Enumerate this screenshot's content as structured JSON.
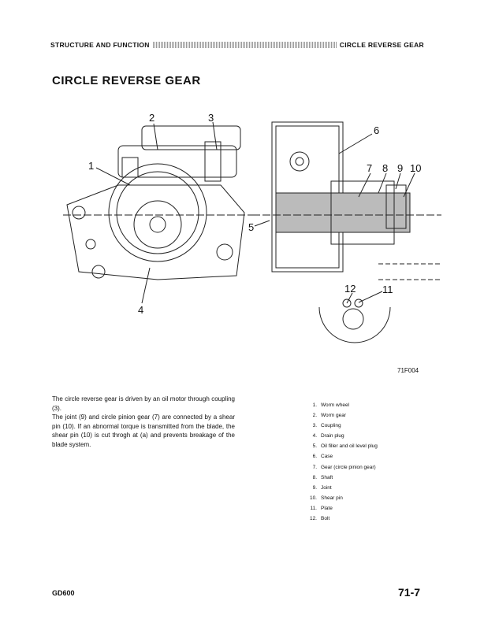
{
  "header": {
    "left": "STRUCTURE AND FUNCTION",
    "right": "CIRCLE REVERSE GEAR"
  },
  "title": "CIRCLE REVERSE GEAR",
  "figure": {
    "id": "71F004",
    "callouts": [
      "1",
      "2",
      "3",
      "4",
      "5",
      "6",
      "7",
      "8",
      "9",
      "10",
      "11",
      "12"
    ]
  },
  "description": [
    "The circle reverse gear is driven by an oil motor through coupling (3).",
    "The joint (9) and circle pinion gear (7) are connected by a shear pin (10). If an abnormal torque is transmitted from the blade, the shear pin (10) is cut throgh at (a) and prevents breakage of the blade system."
  ],
  "parts": [
    {
      "num": "1.",
      "name": "Worm wheel"
    },
    {
      "num": "2.",
      "name": "Worm gear"
    },
    {
      "num": "3.",
      "name": "Coupling"
    },
    {
      "num": "4.",
      "name": "Drain plug"
    },
    {
      "num": "5.",
      "name": "Oil filler and oil level plug"
    },
    {
      "num": "6.",
      "name": "Case"
    },
    {
      "num": "7.",
      "name": "Gear (circle pinion gear)"
    },
    {
      "num": "8.",
      "name": "Shaft"
    },
    {
      "num": "9.",
      "name": "Joint"
    },
    {
      "num": "10.",
      "name": "Shear pin"
    },
    {
      "num": "11.",
      "name": "Plate"
    },
    {
      "num": "12.",
      "name": "Bolt"
    }
  ],
  "footer": {
    "model": "GD600",
    "page": "71-7"
  }
}
